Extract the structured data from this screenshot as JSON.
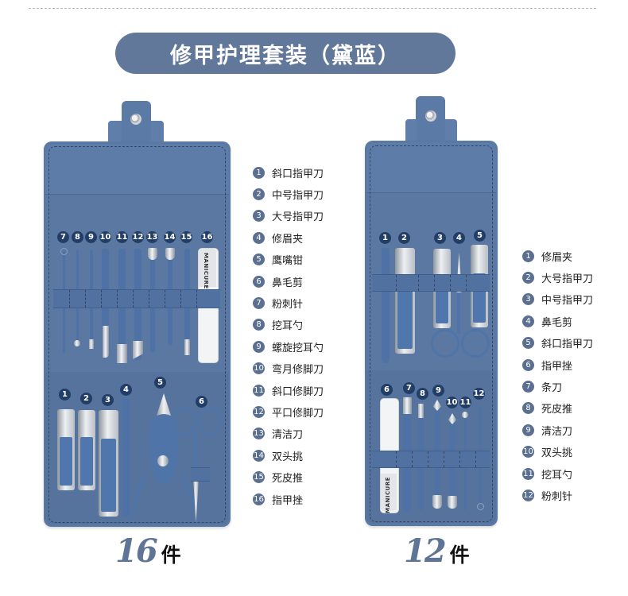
{
  "header": {
    "title": "修甲护理套装（黛蓝）"
  },
  "colors": {
    "title_pill": "#62789a",
    "case_blue": "#5a79a4",
    "badge_legend": "#5b7090",
    "badge_case": "#233e66",
    "count_number": "#5f7596"
  },
  "set16": {
    "count_number": "16",
    "count_unit": "件",
    "tool_numbers_top": [
      "7",
      "8",
      "9",
      "10",
      "11",
      "12",
      "13",
      "14",
      "15",
      "16"
    ],
    "tool_numbers_bottom": [
      "1",
      "2",
      "3",
      "4",
      "5",
      "6"
    ],
    "file_label": "MANICURE",
    "legend": [
      {
        "num": "1",
        "label": "斜口指甲刀"
      },
      {
        "num": "2",
        "label": "中号指甲刀"
      },
      {
        "num": "3",
        "label": "大号指甲刀"
      },
      {
        "num": "4",
        "label": "修眉夹"
      },
      {
        "num": "5",
        "label": "鹰嘴钳"
      },
      {
        "num": "6",
        "label": "鼻毛剪"
      },
      {
        "num": "7",
        "label": "粉刺针"
      },
      {
        "num": "8",
        "label": "挖耳勺"
      },
      {
        "num": "9",
        "label": "螺旋挖耳勺"
      },
      {
        "num": "10",
        "label": "弯月修脚刀"
      },
      {
        "num": "11",
        "label": "斜口修脚刀"
      },
      {
        "num": "12",
        "label": "平口修脚刀"
      },
      {
        "num": "13",
        "label": "清洁刀"
      },
      {
        "num": "14",
        "label": "双头挑"
      },
      {
        "num": "15",
        "label": "死皮推"
      },
      {
        "num": "16",
        "label": "指甲挫"
      }
    ]
  },
  "set12": {
    "count_number": "12",
    "count_unit": "件",
    "tool_numbers_top": [
      "1",
      "2",
      "3",
      "4",
      "5"
    ],
    "tool_numbers_bottom": [
      "6",
      "7",
      "8",
      "9",
      "10",
      "11",
      "12"
    ],
    "file_label": "MANICURE",
    "legend": [
      {
        "num": "1",
        "label": "修眉夹"
      },
      {
        "num": "2",
        "label": "大号指甲刀"
      },
      {
        "num": "3",
        "label": "中号指甲刀"
      },
      {
        "num": "4",
        "label": "鼻毛剪"
      },
      {
        "num": "5",
        "label": "斜口指甲刀"
      },
      {
        "num": "6",
        "label": "指甲挫"
      },
      {
        "num": "7",
        "label": "条刀"
      },
      {
        "num": "8",
        "label": "死皮推"
      },
      {
        "num": "9",
        "label": "清洁刀"
      },
      {
        "num": "10",
        "label": "双头挑"
      },
      {
        "num": "11",
        "label": "挖耳勺"
      },
      {
        "num": "12",
        "label": "粉刺针"
      }
    ]
  }
}
